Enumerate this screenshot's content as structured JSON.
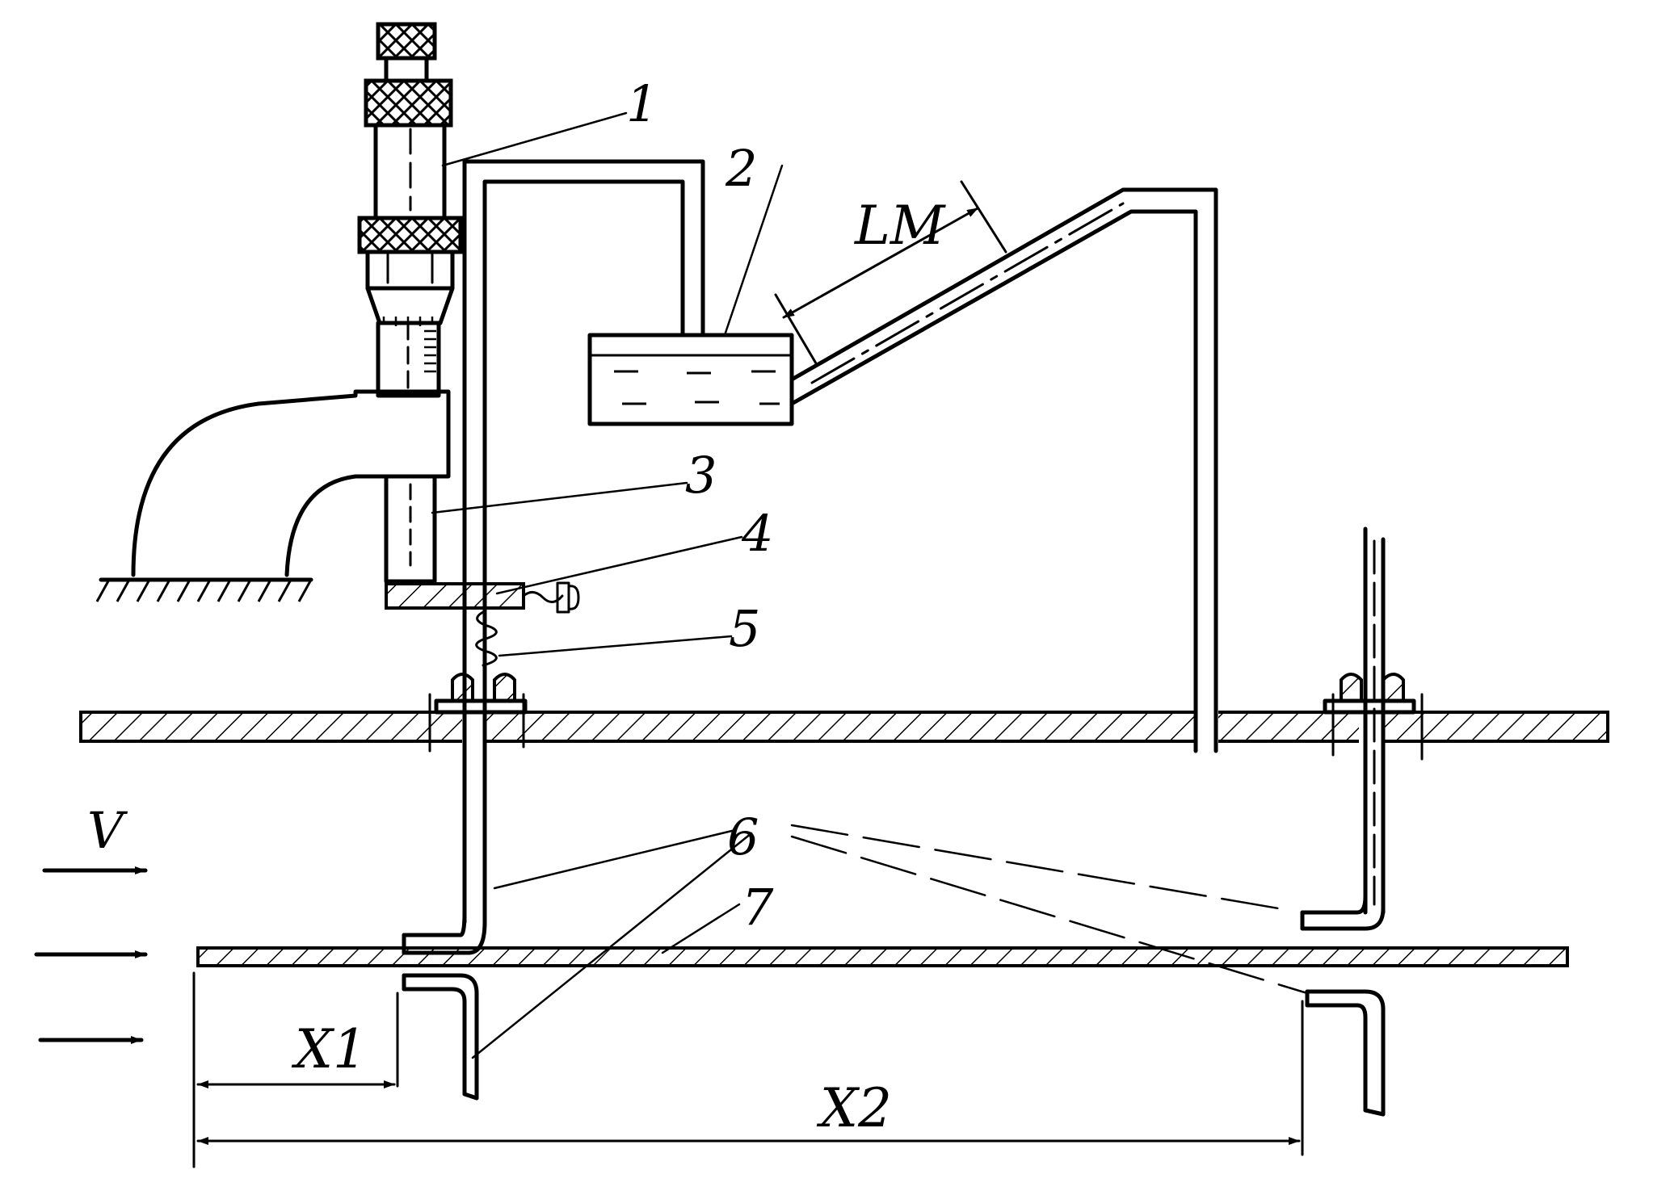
{
  "labels": {
    "part1": "1",
    "part2": "2",
    "part3": "3",
    "part4": "4",
    "part5": "5",
    "part6": "6",
    "part7": "7",
    "velocity": "V",
    "lm": "LM",
    "x1": "X1",
    "x2": "X2"
  }
}
